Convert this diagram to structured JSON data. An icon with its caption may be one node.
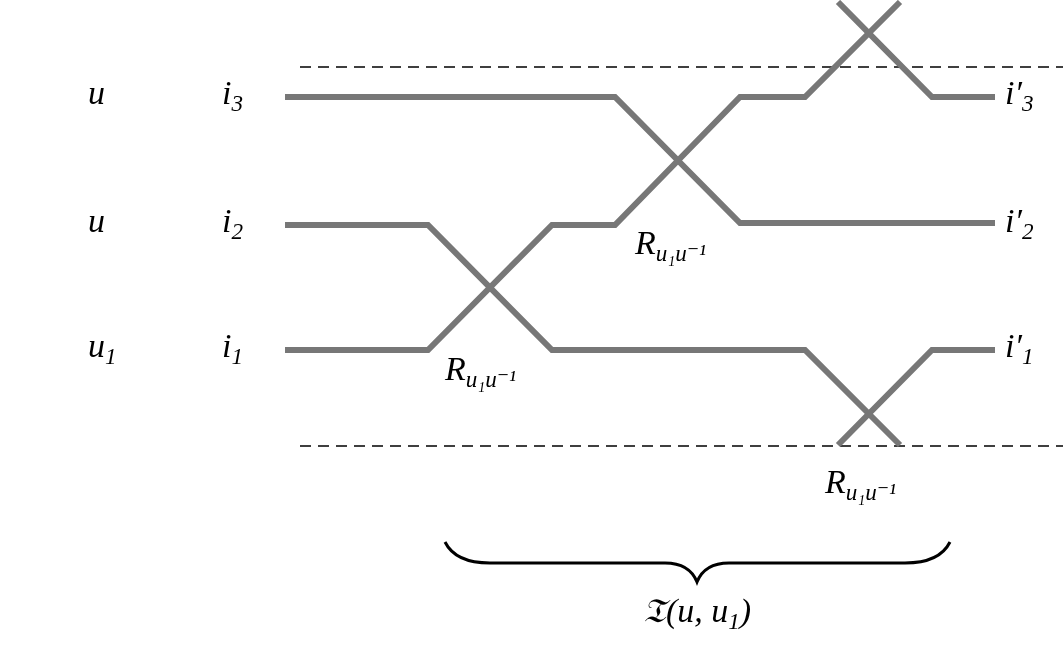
{
  "diagram": {
    "nodes": [
      {
        "text": [
          "i$_{3}$"
        ]
      },
      {
        "text": [
          "i$_{2}$"
        ]
      },
      {
        "text": [
          "i$_{1}$"
        ]
      },
      {
        "text": [
          "i′$_{3}$"
        ]
      },
      {
        "text": [
          "i′$_{2}$"
        ]
      },
      {
        "text": [
          "i′$_{1}$"
        ]
      }
    ],
    "edges": [
      {
        "from": 0,
        "to": 4,
        "arrow": "none"
      },
      {
        "from": 1,
        "to": null,
        "arrow": "none"
      },
      {
        "from": 2,
        "to": null,
        "arrow": "none"
      },
      {
        "from": null,
        "to": 3,
        "arrow": "none"
      },
      {
        "from": null,
        "to": 5,
        "arrow": "none"
      }
    ],
    "labels": [
      "u",
      "u",
      "R$_{u₁u⁻¹}$",
      "u$_{1}$",
      "R$_{u₁u⁻¹}$",
      "R$_{u₁u⁻¹}$",
      "𝔗(u, u$_{1}$)"
    ]
  }
}
